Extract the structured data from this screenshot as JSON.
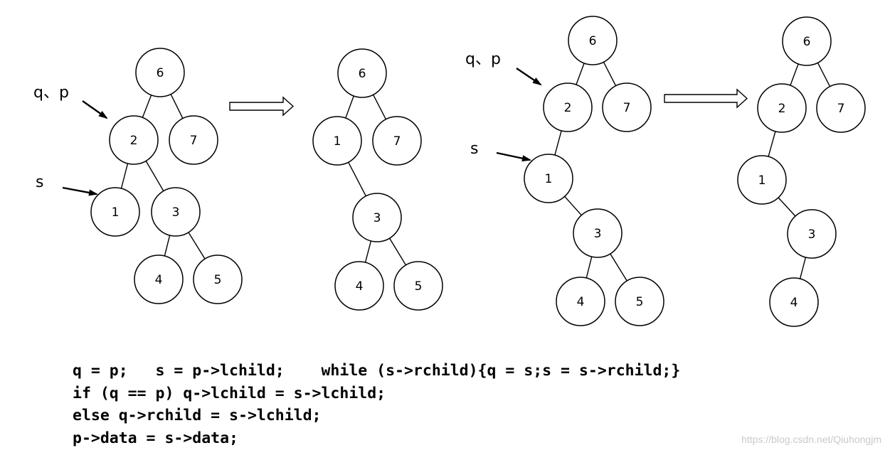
{
  "trees": [
    {
      "nodes": [
        {
          "id": "6",
          "label": "6"
        },
        {
          "id": "2",
          "label": "2"
        },
        {
          "id": "7",
          "label": "7"
        },
        {
          "id": "1",
          "label": "1"
        },
        {
          "id": "3",
          "label": "3"
        },
        {
          "id": "4",
          "label": "4"
        },
        {
          "id": "5",
          "label": "5"
        }
      ],
      "edges": [
        [
          "6",
          "2"
        ],
        [
          "6",
          "7"
        ],
        [
          "2",
          "1"
        ],
        [
          "2",
          "3"
        ],
        [
          "3",
          "4"
        ],
        [
          "3",
          "5"
        ]
      ]
    },
    {
      "nodes": [
        {
          "id": "6",
          "label": "6"
        },
        {
          "id": "1",
          "label": "1"
        },
        {
          "id": "7",
          "label": "7"
        },
        {
          "id": "3",
          "label": "3"
        },
        {
          "id": "4",
          "label": "4"
        },
        {
          "id": "5",
          "label": "5"
        }
      ],
      "edges": [
        [
          "6",
          "1"
        ],
        [
          "6",
          "7"
        ],
        [
          "1",
          "3"
        ],
        [
          "3",
          "4"
        ],
        [
          "3",
          "5"
        ]
      ]
    },
    {
      "nodes": [
        {
          "id": "6",
          "label": "6"
        },
        {
          "id": "2",
          "label": "2"
        },
        {
          "id": "7",
          "label": "7"
        },
        {
          "id": "1",
          "label": "1"
        },
        {
          "id": "3",
          "label": "3"
        },
        {
          "id": "4",
          "label": "4"
        },
        {
          "id": "5",
          "label": "5"
        }
      ],
      "edges": [
        [
          "6",
          "2"
        ],
        [
          "6",
          "7"
        ],
        [
          "2",
          "1"
        ],
        [
          "1",
          "3"
        ],
        [
          "3",
          "4"
        ],
        [
          "3",
          "5"
        ]
      ]
    },
    {
      "nodes": [
        {
          "id": "6",
          "label": "6"
        },
        {
          "id": "2",
          "label": "2"
        },
        {
          "id": "7",
          "label": "7"
        },
        {
          "id": "1",
          "label": "1"
        },
        {
          "id": "3",
          "label": "3"
        },
        {
          "id": "4",
          "label": "4"
        }
      ],
      "edges": [
        [
          "6",
          "2"
        ],
        [
          "6",
          "7"
        ],
        [
          "2",
          "1"
        ],
        [
          "1",
          "3"
        ],
        [
          "3",
          "4"
        ]
      ]
    }
  ],
  "pointers": [
    {
      "label": "q、p",
      "target": "tree0-node2"
    },
    {
      "label": "s",
      "target": "tree0-node1"
    },
    {
      "label": "q、p",
      "target": "tree2-node2"
    },
    {
      "label": "s",
      "target": "tree2-node1"
    }
  ],
  "code": {
    "line1": "q = p;   s = p->lchild;    while (s->rchild){q = s;s = s->rchild;}",
    "line2": "if (q == p) q->lchild = s->lchild;",
    "line3": "else q->rchild = s->lchild;",
    "line4": "p->data = s->data;"
  },
  "watermark": "https://blog.csdn.net/Qiuhongjm"
}
